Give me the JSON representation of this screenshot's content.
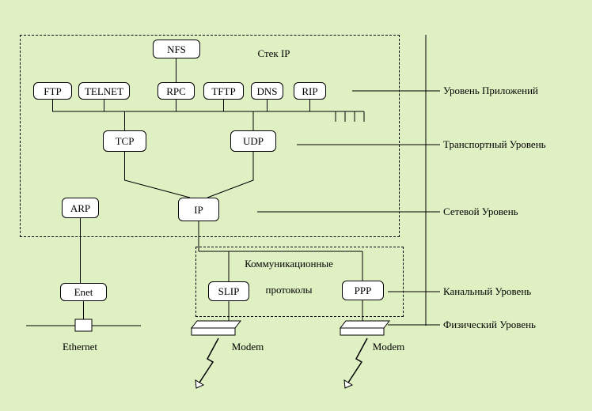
{
  "colors": {
    "background": "#dff0c3",
    "node_fill": "#ffffff",
    "line": "#000000"
  },
  "stack_label": "Стек IP",
  "nodes": {
    "nfs": "NFS",
    "ftp": "FTP",
    "telnet": "TELNET",
    "rpc": "RPC",
    "tftp": "TFTP",
    "dns": "DNS",
    "rip": "RIP",
    "tcp": "TCP",
    "udp": "UDP",
    "arp": "ARP",
    "ip": "IP",
    "enet": "Enet",
    "slip": "SLIP",
    "ppp": "PPP"
  },
  "layer_labels": {
    "application": "Уровень Приложений",
    "transport": "Транспортный Уровень",
    "network": "Сетевой Уровень",
    "datalink": "Канальный Уровень",
    "physical": "Физический Уровень"
  },
  "comm_protocols": {
    "line1": "Коммуникационные",
    "line2": "протоколы"
  },
  "hardware_labels": {
    "ethernet": "Ethernet",
    "modem_left": "Modem",
    "modem_right": "Modem"
  }
}
